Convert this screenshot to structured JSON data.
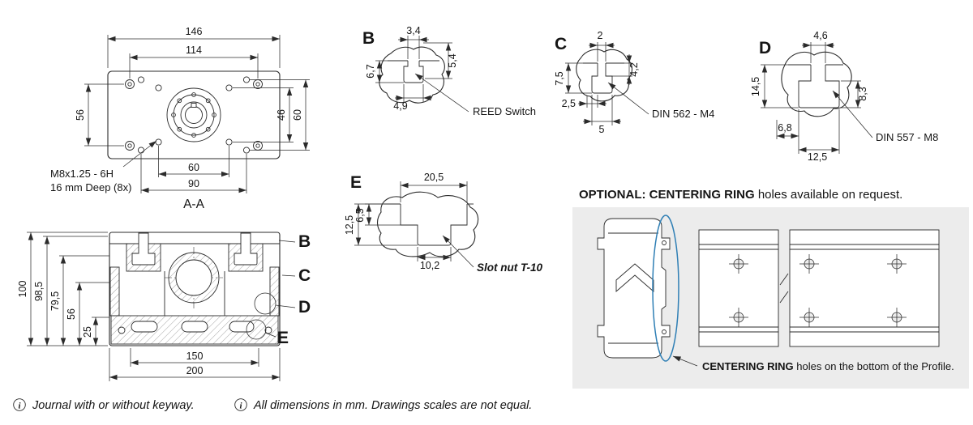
{
  "top_view": {
    "dim_146": "146",
    "dim_114": "114",
    "dim_56": "56",
    "dim_46": "46",
    "dim_60_right": "60",
    "dim_60_bottom": "60",
    "dim_90": "90",
    "thread_note_line1": "M8x1.25 - 6H",
    "thread_note_line2": "16 mm Deep (8x)",
    "section_label": "A-A"
  },
  "section_view": {
    "dim_100": "100",
    "dim_98_5": "98,5",
    "dim_79_5": "79,5",
    "dim_56": "56",
    "dim_25": "25",
    "dim_150": "150",
    "dim_200": "200"
  },
  "details": {
    "b": {
      "label": "B",
      "dim_3_4": "3,4",
      "dim_5_4": "5,4",
      "dim_6_7": "6,7",
      "dim_4_9": "4,9",
      "callout": "REED Switch"
    },
    "c": {
      "label": "C",
      "dim_2": "2",
      "dim_4_2": "4,2",
      "dim_7_5": "7,5",
      "dim_2_5": "2,5",
      "dim_5": "5",
      "callout": "DIN 562 - M4"
    },
    "d": {
      "label": "D",
      "dim_4_6": "4,6",
      "dim_8_3": "8,3",
      "dim_14_5": "14,5",
      "dim_6_8": "6,8",
      "dim_12_5": "12,5",
      "callout": "DIN 557 - M8"
    },
    "e": {
      "label": "E",
      "dim_20_5": "20,5",
      "dim_6_5": "6,5",
      "dim_12_5": "12,5",
      "dim_10_2": "10,2",
      "callout": "Slot nut T-10"
    }
  },
  "optional_panel": {
    "title_bold": "OPTIONAL: CENTERING RING",
    "title_rest": " holes available on request.",
    "caption_bold": "CENTERING RING",
    "caption_rest": " holes on the bottom of the Profile."
  },
  "footnotes": {
    "info_symbol": "i",
    "note_1": "Journal with or without keyway.",
    "note_2": "All dimensions in mm. Drawings scales are not equal."
  }
}
